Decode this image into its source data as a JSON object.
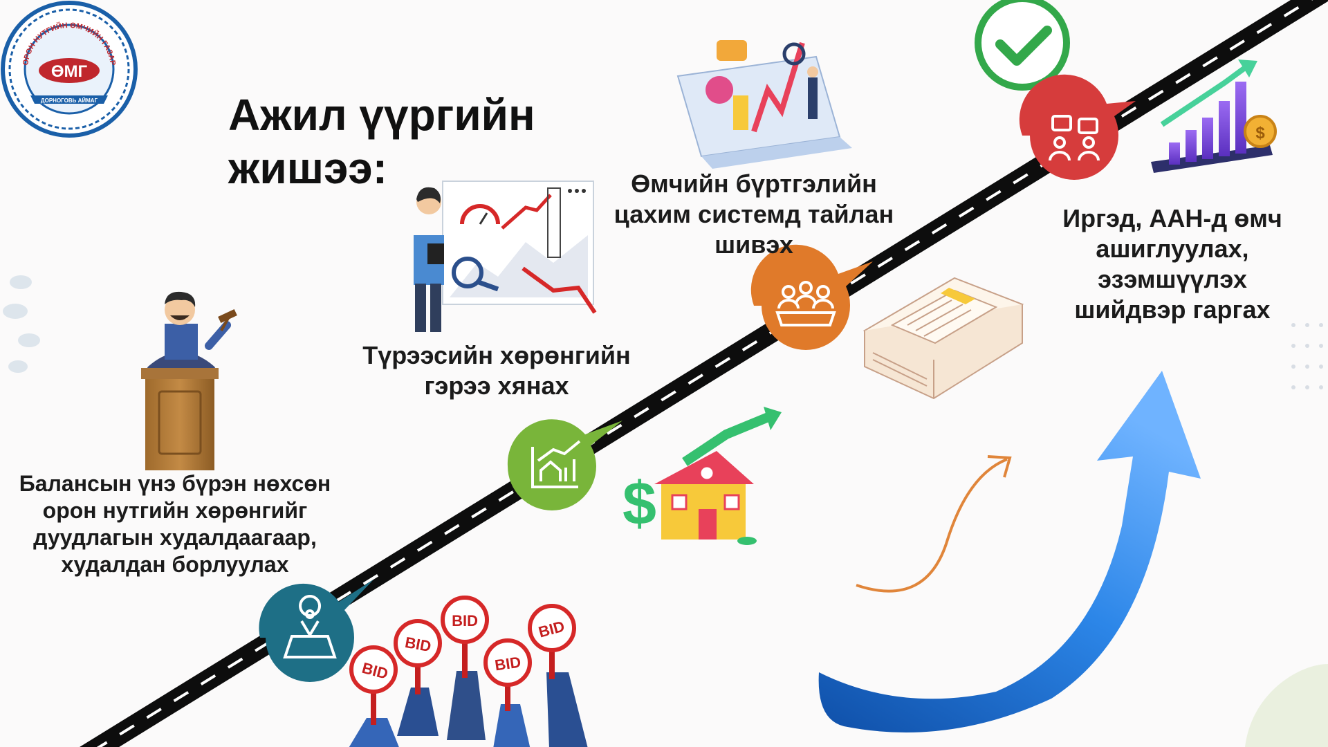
{
  "logo": {
    "arc_text": "ОРОН НУТГИЙН ӨМЧИЙН ГАЗАР",
    "center_text": "ӨМГ",
    "bottom_text": "ДОРНОГОВЬ АЙМАГ"
  },
  "title": "Ажил үүргийн жишээ:",
  "milestones": [
    {
      "text": "Балансын үнэ бүрэн нөхсөн орон нутгийн хөрөнгийг дуудлагын худалдаагаар, худалдан борлуулах",
      "icon": "map-pin-icon",
      "color": "#1e6f86"
    },
    {
      "text": "Түрээсийн хөрөнгийн гэрээ хянах",
      "icon": "house-chart-icon",
      "color": "#79b53a"
    },
    {
      "text": "Өмчийн бүртгэлийн цахим системд тайлан шивэх",
      "icon": "people-group-icon",
      "color": "#e07a2a"
    },
    {
      "text": "Иргэд, ААН-д өмч ашиглуулах, эзэмшүүлэх шийдвэр гаргах",
      "icon": "discussion-icon",
      "color": "#d63c3c"
    }
  ],
  "bid_sign_label": "BID",
  "colors": {
    "road": "#0d0d0d",
    "arrow_blue": "#1f74d6",
    "check_green": "#33a84a"
  }
}
